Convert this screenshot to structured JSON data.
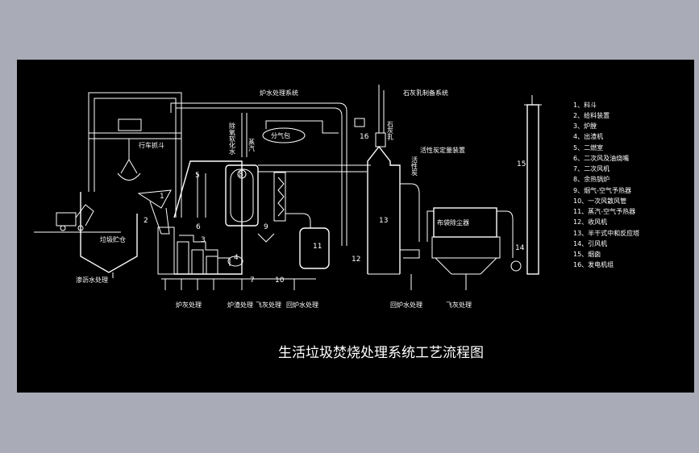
{
  "diagram": {
    "title": "生活垃圾焚烧处理系统工艺流程图",
    "colors": {
      "background": "#a9acb6",
      "canvas": "#000000",
      "line": "#ffffff"
    },
    "legend": [
      "1、料斗",
      "2、给料装置",
      "3、炉膛",
      "4、出渣机",
      "5、二燃室",
      "6、二次风及油烧嘴",
      "7、二次风机",
      "8、余热锅炉",
      "9、烟气-空气予热器",
      "10、一次风散风管",
      "11、蒸汽-空气予热器",
      "12、收风机",
      "13、半干式中和反应塔",
      "14、引风机",
      "15、烟囱",
      "16、发电机组"
    ],
    "labels": {
      "crane_hopper": "行车抓斗",
      "garbage_pit": "垃圾贮仓",
      "leachate": "渗沥水处理",
      "boiler_water": "炉水处理系统",
      "lime_system": "石灰乳制备系统",
      "steam_drum": "分气包",
      "activated_carbon": "活性炭定量装置",
      "bag_filter": "布袋除尘器",
      "lime_milk": "石灰乳",
      "steam_out": "蒸汽",
      "deaerated_water": "除氧软化水",
      "activated_carbon_v": "活性炭",
      "ash_treat": "炉灰处理",
      "slag_treat": "炉渣处理",
      "fly_ash_mid": "飞灰处理",
      "return_water1": "回炉水处理",
      "return_water2": "回炉水处理",
      "fly_ash": "飞灰处理"
    },
    "numbers": {
      "n1": "1",
      "n2": "2",
      "n3": "3",
      "n4": "4",
      "n5": "5",
      "n6": "6",
      "n7": "7",
      "n8": "8",
      "n9": "9",
      "n10": "10",
      "n11": "11",
      "n12": "12",
      "n13": "13",
      "n14": "14",
      "n15": "15",
      "n16": "16"
    }
  }
}
